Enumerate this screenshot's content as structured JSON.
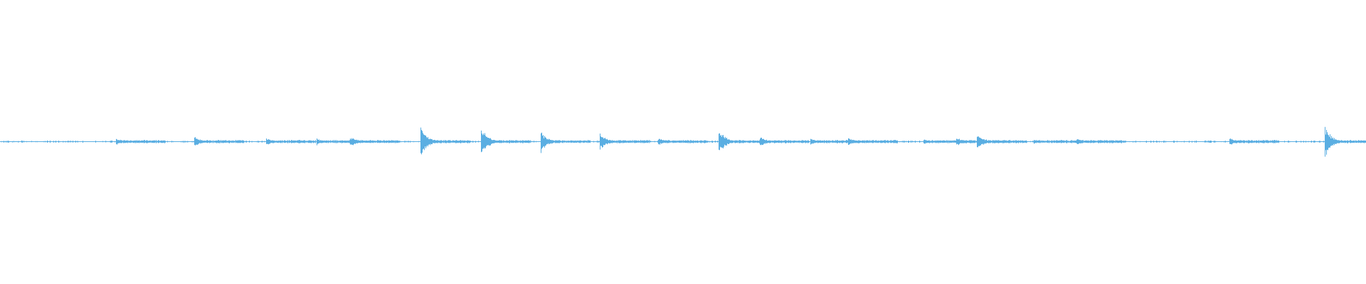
{
  "waveform": {
    "color": "#5aaee2",
    "background": "#ffffff",
    "onsets": [
      0.085,
      0.142,
      0.195,
      0.232,
      0.256,
      0.308,
      0.352,
      0.396,
      0.439,
      0.482,
      0.526,
      0.556,
      0.593,
      0.621,
      0.676,
      0.7,
      0.715,
      0.757,
      0.788,
      0.9,
      0.97
    ],
    "peaks": [
      0.2,
      0.35,
      0.25,
      0.2,
      0.3,
      1.0,
      0.9,
      0.65,
      0.5,
      0.25,
      0.8,
      0.3,
      0.2,
      0.25,
      0.15,
      0.3,
      0.5,
      0.15,
      0.2,
      0.25,
      1.0
    ]
  }
}
